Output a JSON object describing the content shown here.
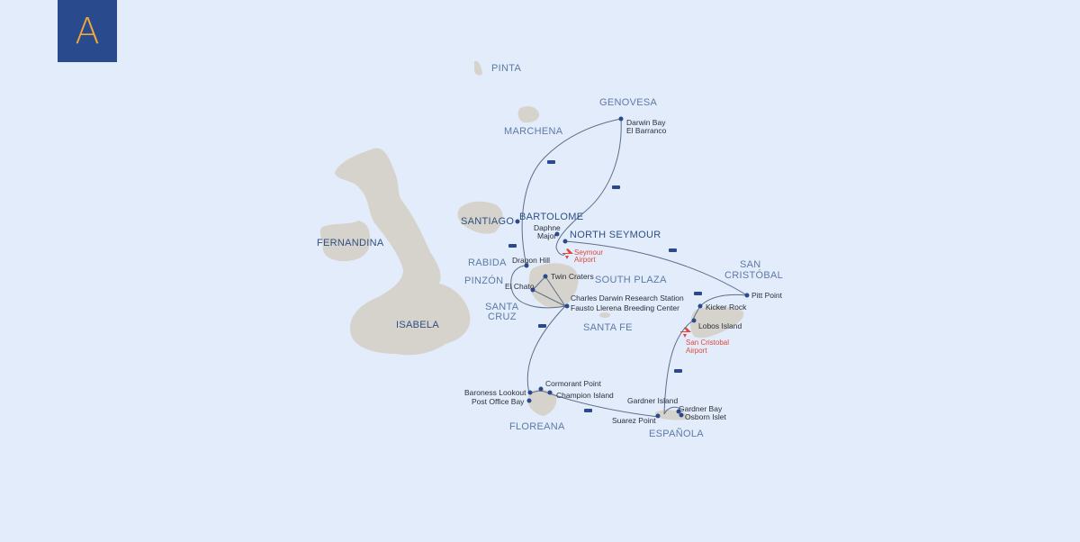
{
  "badge": {
    "letter": "A",
    "bg_color": "#2a4a8e",
    "text_color": "#f0a83a"
  },
  "colors": {
    "sea": "#e3ecfa",
    "land": "#d6d3cc",
    "route": "#5b6e8c",
    "stop": "#2a4a8e",
    "airport": "#e0473c"
  },
  "islands": {
    "pinta": "PINTA",
    "genovesa": "GENOVESA",
    "marchena": "MARCHENA",
    "santiago": "SANTIAGO",
    "bartolome": "BARTOLOME",
    "north_seymour": "NORTH SEYMOUR",
    "fernandina": "FERNANDINA",
    "rabida": "RABIDA",
    "pinzon": "PINZÓN",
    "south_plaza": "SOUTH PLAZA",
    "santa_cruz_1": "SANTA",
    "santa_cruz_2": "CRUZ",
    "isabela": "ISABELA",
    "santa_fe": "SANTA FE",
    "san_cristobal_1": "SAN",
    "san_cristobal_2": "CRISTÓBAL",
    "floreana": "FLOREANA",
    "espanola": "ESPAÑOLA"
  },
  "sites": {
    "darwin_bay": "Darwin Bay",
    "el_barranco": "El Barranco",
    "daphne_1": "Daphne",
    "daphne_2": "Major",
    "dragon_hill": "Dragon Hill",
    "twin_craters": "Twin Craters",
    "el_chato": "El Chato",
    "cdrs": "Charles Darwin Research Station",
    "fausto": "Fausto Llerena Breeding Center",
    "pitt_point": "Pitt Point",
    "kicker_rock": "Kicker Rock",
    "lobos_island": "Lobos Island",
    "cormorant_point": "Cormorant Point",
    "baroness_lookout": "Baroness Lookout",
    "post_office_bay": "Post Office Bay",
    "champion_island": "Champion Island",
    "gardner_island": "Gardner Island",
    "gardner_bay": "Gardner Bay",
    "osborn_islet": "Osborn Islet",
    "suarez_point": "Suarez Point"
  },
  "airports": {
    "seymour_1": "Seymour",
    "seymour_2": "Airport",
    "san_cristobal_1": "San Cristobal",
    "san_cristobal_2": "Airport"
  }
}
